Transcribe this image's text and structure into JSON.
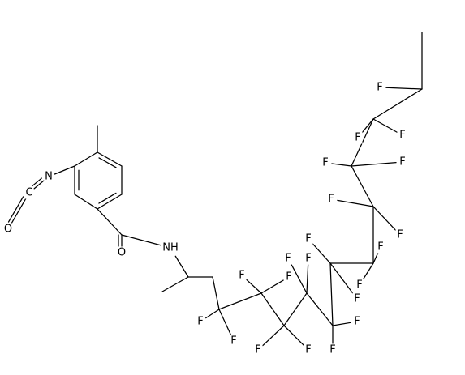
{
  "molecule": {
    "atoms": [
      {
        "id": "n_nco",
        "label": "N"
      },
      {
        "id": "c_nco",
        "label": "C"
      },
      {
        "id": "o_nco",
        "label": "O"
      },
      {
        "id": "o_amide",
        "label": "O"
      },
      {
        "id": "nh",
        "label": "NH"
      },
      {
        "id": "f01",
        "label": "F"
      },
      {
        "id": "f02",
        "label": "F"
      },
      {
        "id": "f03",
        "label": "F"
      },
      {
        "id": "f04",
        "label": "F"
      },
      {
        "id": "f05",
        "label": "F"
      },
      {
        "id": "f06",
        "label": "F"
      },
      {
        "id": "f07",
        "label": "F"
      },
      {
        "id": "f08",
        "label": "F"
      },
      {
        "id": "f09",
        "label": "F"
      },
      {
        "id": "f10",
        "label": "F"
      },
      {
        "id": "f11",
        "label": "F"
      },
      {
        "id": "f12",
        "label": "F"
      },
      {
        "id": "f13",
        "label": "F"
      },
      {
        "id": "f14",
        "label": "F"
      },
      {
        "id": "f15",
        "label": "F"
      },
      {
        "id": "f16",
        "label": "F"
      },
      {
        "id": "f17",
        "label": "F"
      },
      {
        "id": "f18",
        "label": "F"
      },
      {
        "id": "f19",
        "label": "F"
      },
      {
        "id": "f20",
        "label": "F"
      },
      {
        "id": "f21",
        "label": "F"
      }
    ]
  }
}
